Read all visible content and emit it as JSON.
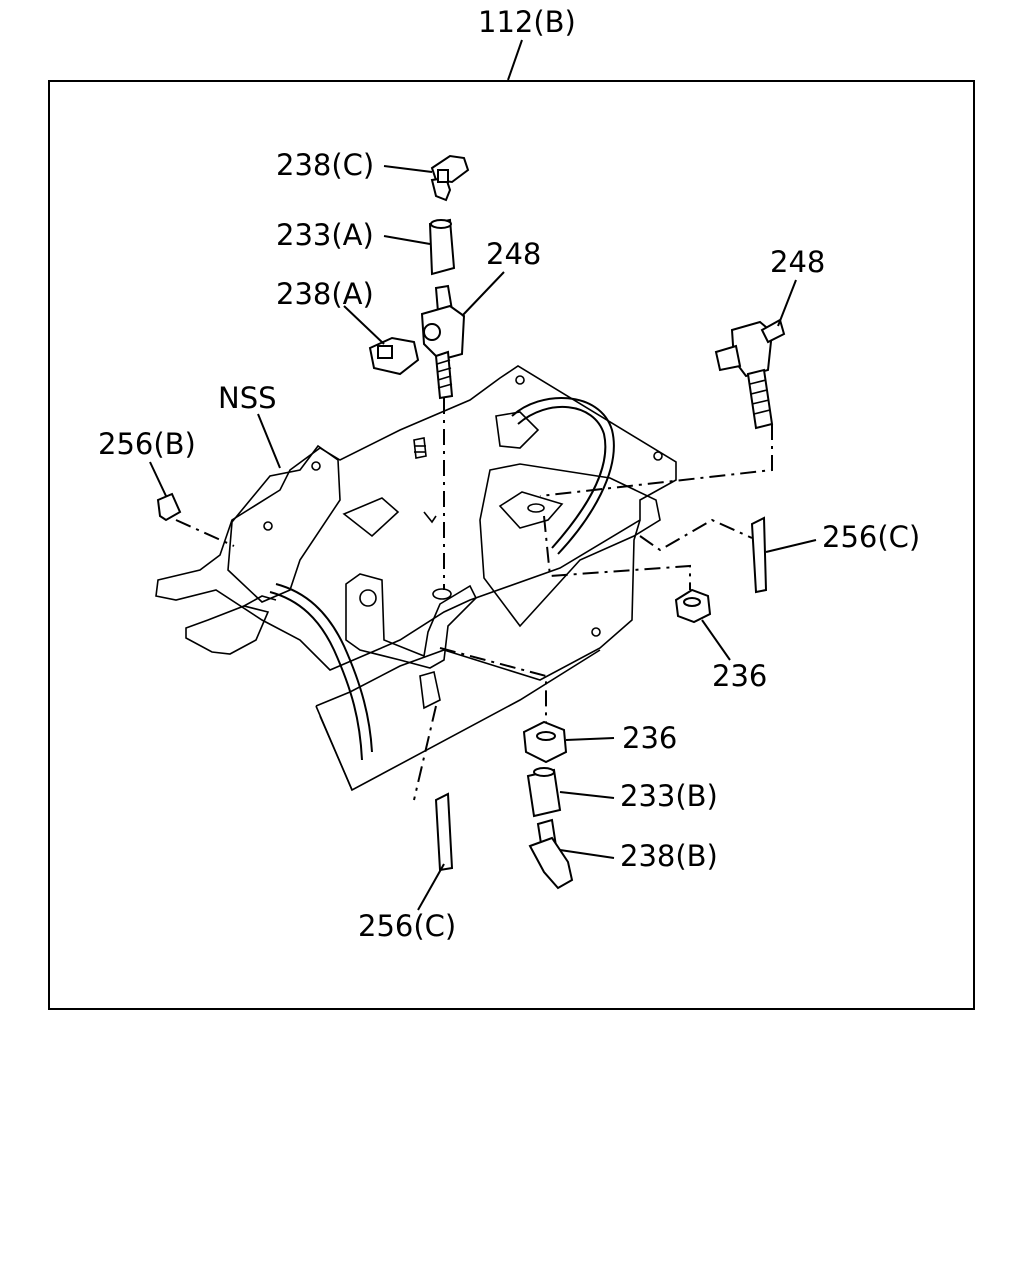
{
  "diagram": {
    "group_label": "112(B)",
    "labels": {
      "l238c": "238(C)",
      "l233a": "233(A)",
      "l238a": "238(A)",
      "l248a": "248",
      "l248b": "248",
      "lnss": "NSS",
      "l256b": "256(B)",
      "l256c_right": "256(C)",
      "l236_right": "236",
      "l236_center": "236",
      "l233b": "233(B)",
      "l238b": "238(B)",
      "l256c_bottom": "256(C)"
    }
  }
}
